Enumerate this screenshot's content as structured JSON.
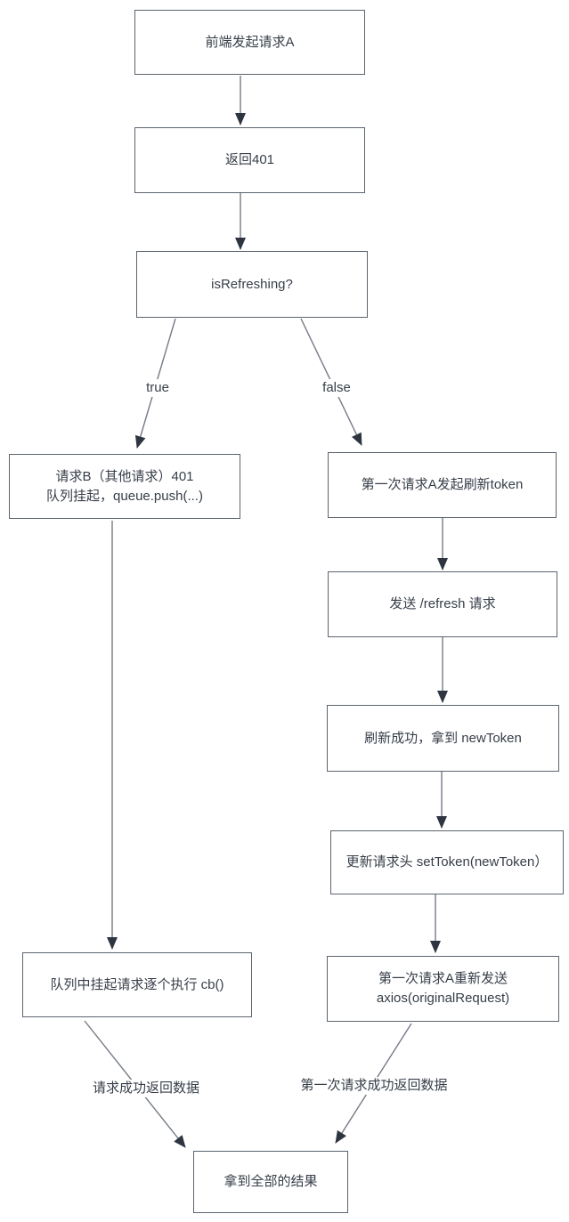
{
  "colors": {
    "background": "#ffffff",
    "node-bg": "#ffffff",
    "node-border": "#5c646e",
    "text": "#373e48",
    "line": "#747b85",
    "arrow": "#2e3540"
  },
  "nodes": [
    {
      "id": "request-a",
      "text": "前端发起请求A"
    },
    {
      "id": "return-401",
      "text": "返回401"
    },
    {
      "id": "is-refreshing",
      "text": "isRefreshing?"
    },
    {
      "id": "queue-push",
      "text": "请求B（其他请求）401\n队列挂起，queue.push(...)"
    },
    {
      "id": "refresh-token",
      "text": "第一次请求A发起刷新token"
    },
    {
      "id": "send-refresh",
      "text": "发送 /refresh 请求"
    },
    {
      "id": "new-token",
      "text": "刷新成功，拿到 newToken"
    },
    {
      "id": "set-token",
      "text": "更新请求头 setToken(newToken）"
    },
    {
      "id": "queue-exec",
      "text": "队列中挂起请求逐个执行 cb()"
    },
    {
      "id": "resend",
      "text": "第一次请求A重新发送\naxios(originalRequest)"
    },
    {
      "id": "final-result",
      "text": "拿到全部的结果"
    }
  ],
  "edges": [
    {
      "from": "request-a",
      "to": "return-401",
      "label": ""
    },
    {
      "from": "return-401",
      "to": "is-refreshing",
      "label": ""
    },
    {
      "from": "is-refreshing",
      "to": "queue-push",
      "label": "true"
    },
    {
      "from": "is-refreshing",
      "to": "refresh-token",
      "label": "false"
    },
    {
      "from": "refresh-token",
      "to": "send-refresh",
      "label": ""
    },
    {
      "from": "send-refresh",
      "to": "new-token",
      "label": ""
    },
    {
      "from": "new-token",
      "to": "set-token",
      "label": ""
    },
    {
      "from": "set-token",
      "to": "resend",
      "label": ""
    },
    {
      "from": "queue-push",
      "to": "queue-exec",
      "label": ""
    },
    {
      "from": "queue-exec",
      "to": "final-result",
      "label": "请求成功返回数据"
    },
    {
      "from": "resend",
      "to": "final-result",
      "label": "第一次请求成功返回数据"
    }
  ]
}
